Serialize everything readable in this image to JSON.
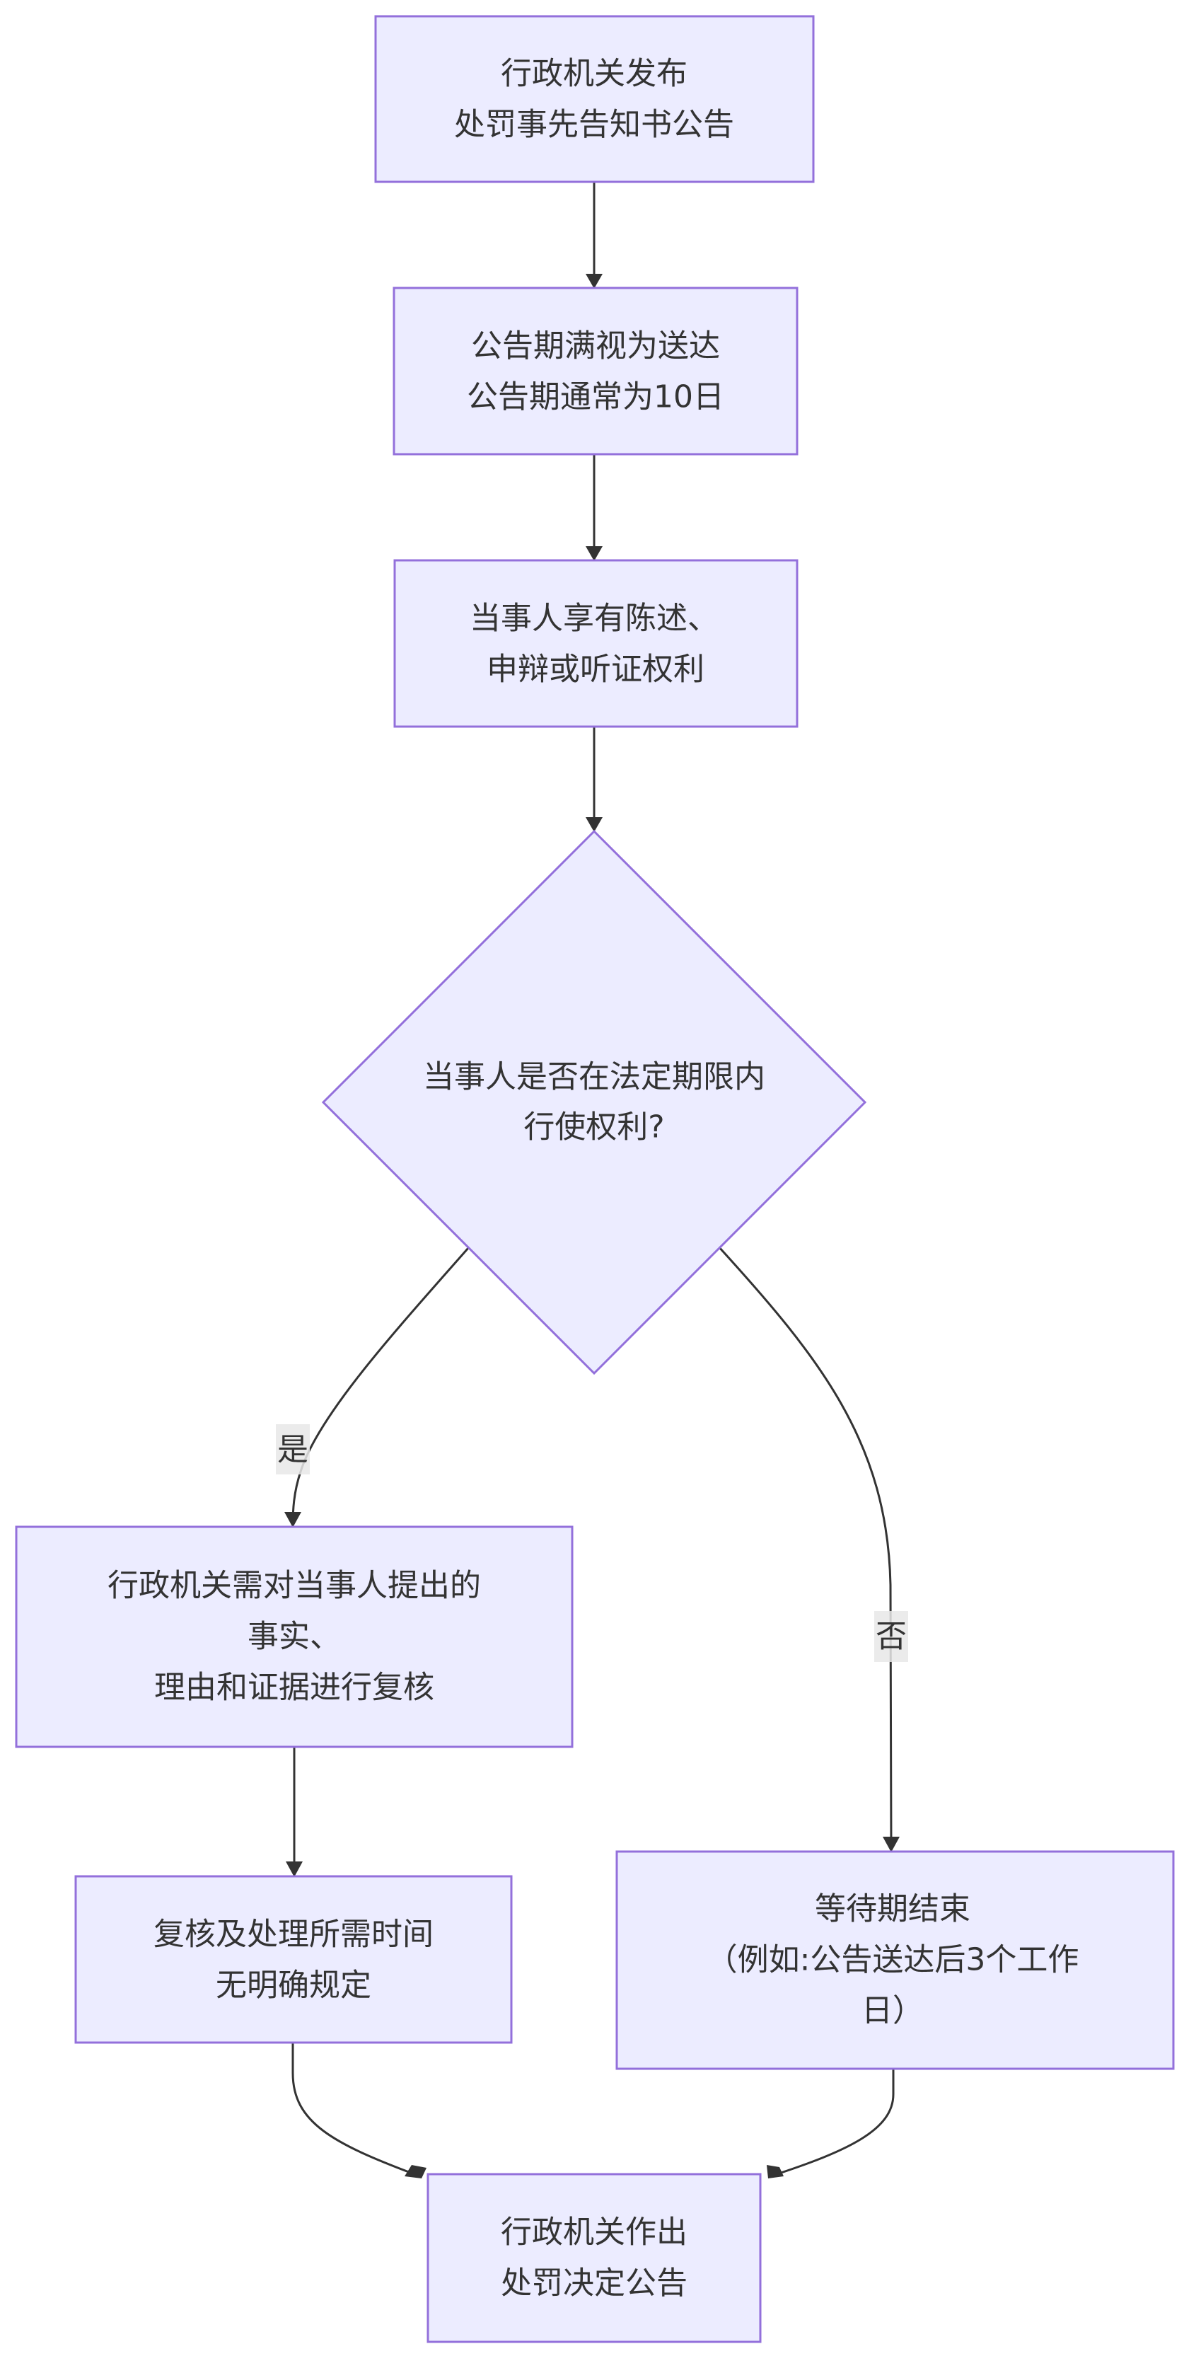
{
  "colors": {
    "node_fill": "#ECECFF",
    "node_stroke": "#9370DB",
    "edge": "#333333",
    "text": "#333333",
    "edge_label_bg": "#e8e8e8"
  },
  "nodes": {
    "publish_notice": {
      "shape": "rect",
      "lines": [
        "行政机关发布",
        "处罚事先告知书公告"
      ]
    },
    "deemed_served": {
      "shape": "rect",
      "lines": [
        "公告期满视为送达",
        "公告期通常为10日"
      ]
    },
    "party_rights": {
      "shape": "rect",
      "lines": [
        "当事人享有陈述、",
        "申辩或听证权利"
      ]
    },
    "decision_exercise_rights": {
      "shape": "diamond",
      "lines": [
        "当事人是否在法定期限内",
        "行使权利?"
      ]
    },
    "review_submissions": {
      "shape": "rect",
      "lines": [
        "行政机关需对当事人提出的",
        "事实、",
        "理由和证据进行复核"
      ]
    },
    "review_time": {
      "shape": "rect",
      "lines": [
        "复核及处理所需时间",
        "无明确规定"
      ]
    },
    "wait_period": {
      "shape": "rect",
      "lines": [
        "等待期结束",
        "（例如:公告送达后3个工作",
        "日）"
      ]
    },
    "final_decision": {
      "shape": "rect",
      "lines": [
        "行政机关作出",
        "处罚决定公告"
      ]
    }
  },
  "edges": [
    {
      "from": "publish_notice",
      "to": "deemed_served",
      "label": ""
    },
    {
      "from": "deemed_served",
      "to": "party_rights",
      "label": ""
    },
    {
      "from": "party_rights",
      "to": "decision_exercise_rights",
      "label": ""
    },
    {
      "from": "decision_exercise_rights",
      "to": "review_submissions",
      "label": "是"
    },
    {
      "from": "decision_exercise_rights",
      "to": "wait_period",
      "label": "否"
    },
    {
      "from": "review_submissions",
      "to": "review_time",
      "label": ""
    },
    {
      "from": "review_time",
      "to": "final_decision",
      "label": ""
    },
    {
      "from": "wait_period",
      "to": "final_decision",
      "label": ""
    }
  ]
}
